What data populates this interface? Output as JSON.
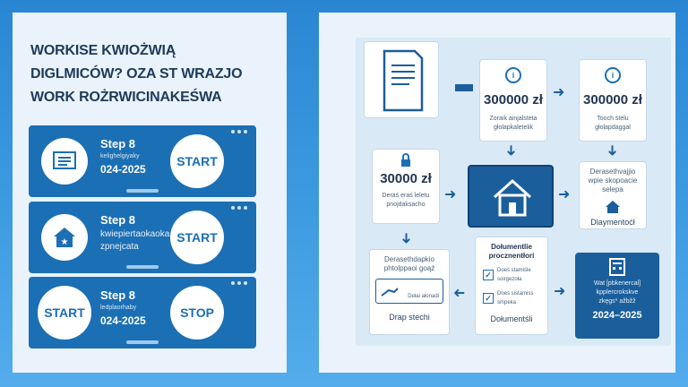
{
  "title": {
    "line1": "WORKISE KWIOŻWIĄ",
    "line2": "DIGLMICÓW? OZA ST WRAZJO",
    "line3": "WORK ROŻRWICINAKEŚWA"
  },
  "steps": [
    {
      "title": "Step 8",
      "sub": "kelighelgiyaky",
      "year": "024-2025",
      "button": "START"
    },
    {
      "title": "Step 8",
      "sub": "kwiepiertaokaoka",
      "sub2": "zpnejcata",
      "button": "START"
    },
    {
      "left_button": "START",
      "title": "Step 8",
      "sub": "ledplaorhaby",
      "year": "024-2025",
      "button": "STOP"
    }
  ],
  "flow": {
    "amount1": "300000 zł",
    "amount1_sub": "Zoraik ainjalsteta\ngłolapkaletelik",
    "amount2": "300000 zł",
    "amount2_sub": "Tooch stelu\ngłolapdaggal",
    "amount3": "30000 zł",
    "amount3_sub": "Deraś eraś leletu\npnojdaksacho",
    "right_title": "Derasethvajjio\nwpie skopoacie selepa",
    "right_label": "Dlaymentoćł",
    "left_title": "Derasethdapkio\nphtolppaoi goąź",
    "left_pill": "Dełai ałonadi",
    "left_label": "Drap stechi",
    "doc_title": "Dołumentlie\nprocznentłori",
    "doc_item1": "Doeś stamiśle\nsoirgezoła",
    "doc_item2": "Doeś sistamiss\nsmpeka",
    "doc_label": "Dołumentśli",
    "dark_text": "Wat [pbkenercal]\nkpplercrokskve\nzkęgs* ažbžž",
    "dark_year": "2024–2025"
  }
}
